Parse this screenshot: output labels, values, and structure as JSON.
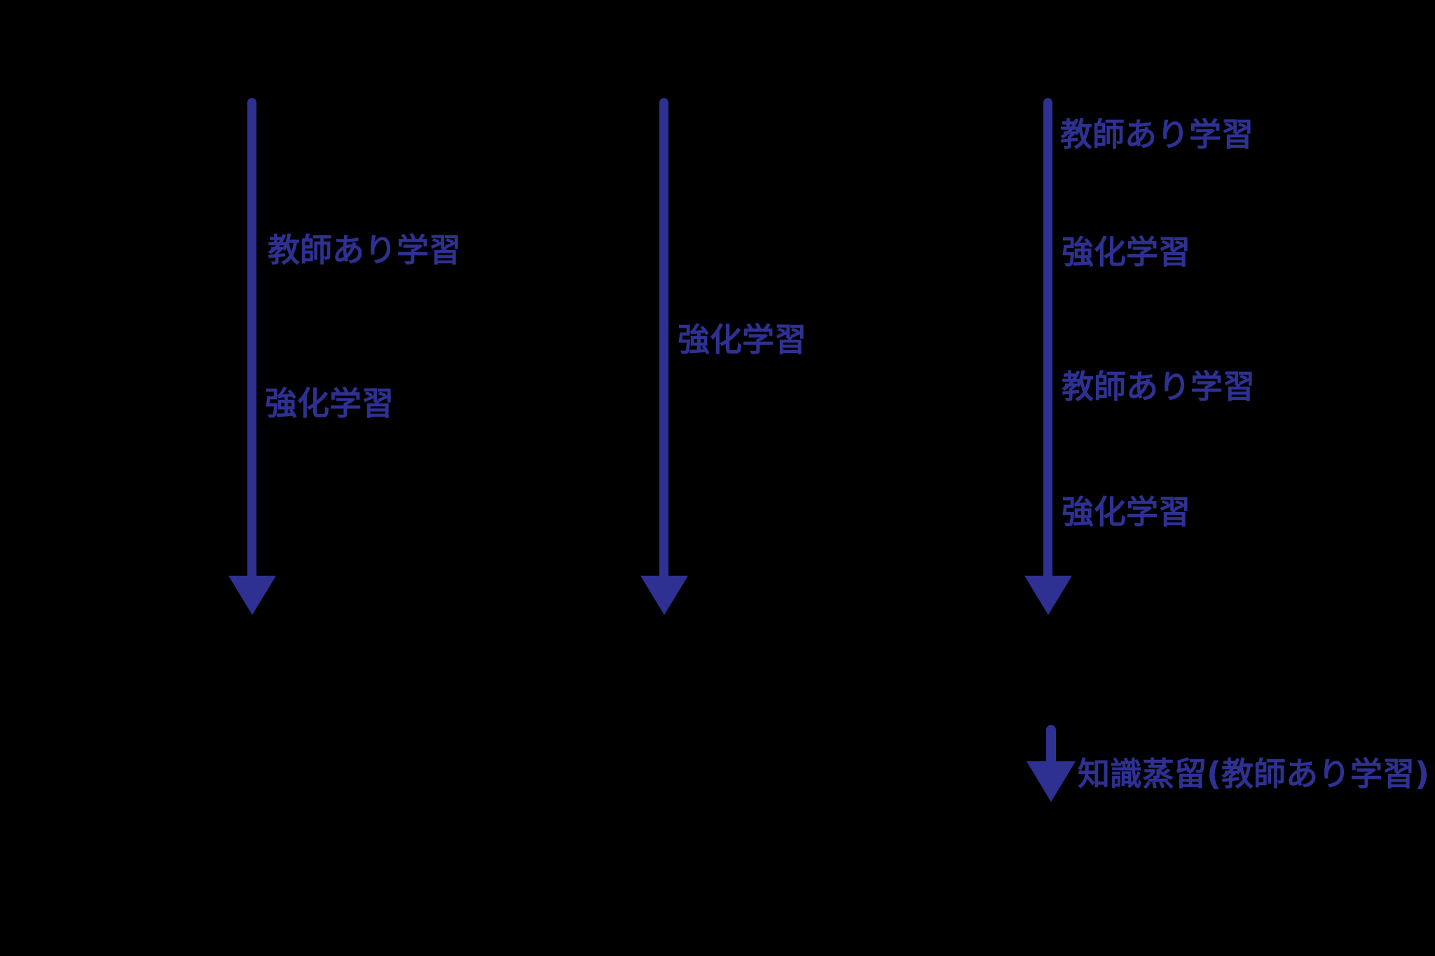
{
  "canvas": {
    "background": "#000000",
    "accent": "#2e3192"
  },
  "columns": [
    {
      "id": 1,
      "labels": [
        "教師あり学習",
        "強化学習"
      ]
    },
    {
      "id": 2,
      "labels": [
        "強化学習"
      ]
    },
    {
      "id": 3,
      "labels": [
        "教師あり学習",
        "強化学習",
        "教師あり学習",
        "強化学習"
      ]
    }
  ],
  "distillation": {
    "label": "知識蒸留(教師あり学習)"
  }
}
